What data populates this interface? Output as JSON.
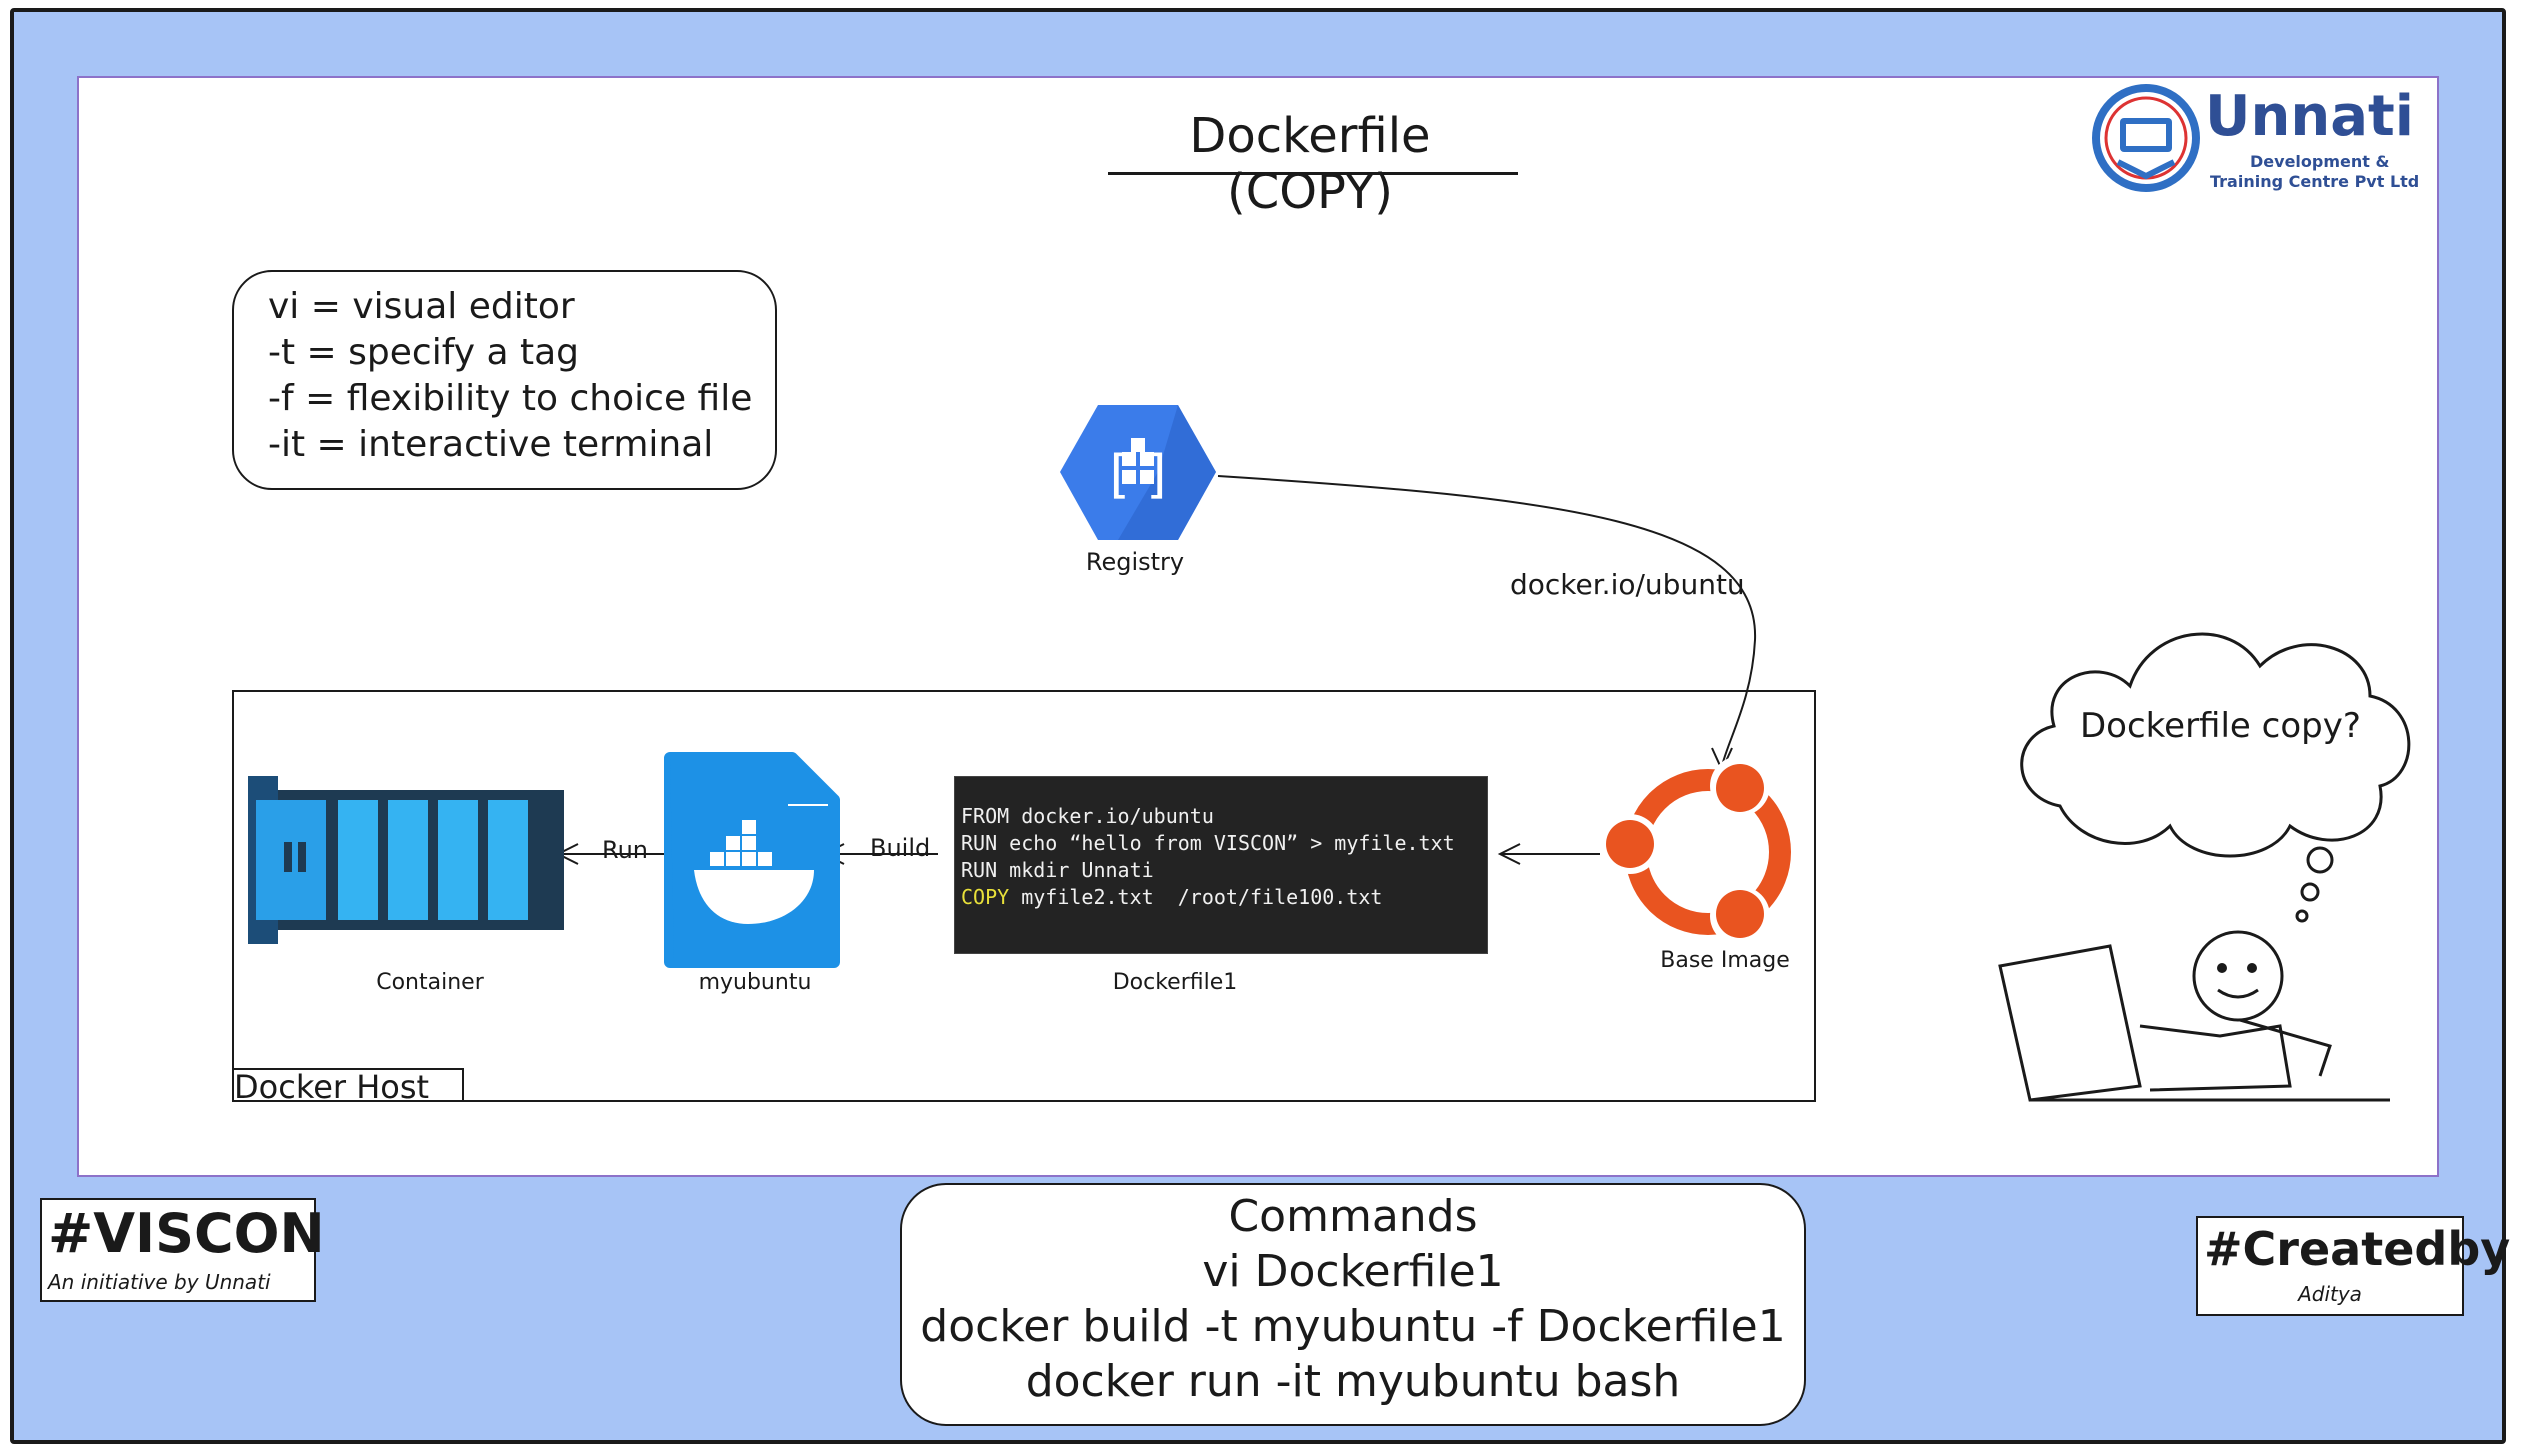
{
  "title": "Dockerfile (COPY)",
  "logo": {
    "name": "Unnati",
    "line1": "Development &",
    "line2": "Training Centre Pvt Ltd"
  },
  "legend": {
    "lines": [
      "vi = visual editor",
      "-t = specify a tag",
      "-f = flexibility to choice file",
      "-it = interactive terminal"
    ]
  },
  "registry": {
    "label": "Registry",
    "edge_label": "docker.io/ubuntu"
  },
  "host": {
    "label": "Docker Host"
  },
  "nodes": {
    "container": "Container",
    "image": "myubuntu",
    "dockerfile": "Dockerfile1",
    "base_image": "Base Image"
  },
  "edges": {
    "run": "Run",
    "build": "Build"
  },
  "dockerfile_code": {
    "line1": "FROM docker.io/ubuntu",
    "line2": "RUN echo “hello from VISCON” > myfile.txt",
    "line3": "RUN mkdir Unnati",
    "line4_kw": "COPY",
    "line4_rest": " myfile2.txt  /root/file100.txt"
  },
  "thought": "Dockerfile copy?",
  "commands": {
    "heading": "Commands",
    "lines": [
      "vi Dockerfile1",
      "docker build -t myubuntu -f Dockerfile1",
      "docker run -it myubuntu bash"
    ]
  },
  "viscon": {
    "title": "#VISCON",
    "subtitle": "An initiative by Unnati"
  },
  "created": {
    "title": "#Createdby",
    "subtitle": "Aditya"
  },
  "colors": {
    "frame": "#a7c4f6",
    "docker_blue": "#1d91e6",
    "ubuntu_orange": "#e95420",
    "registry_blue": "#3b7cea"
  }
}
